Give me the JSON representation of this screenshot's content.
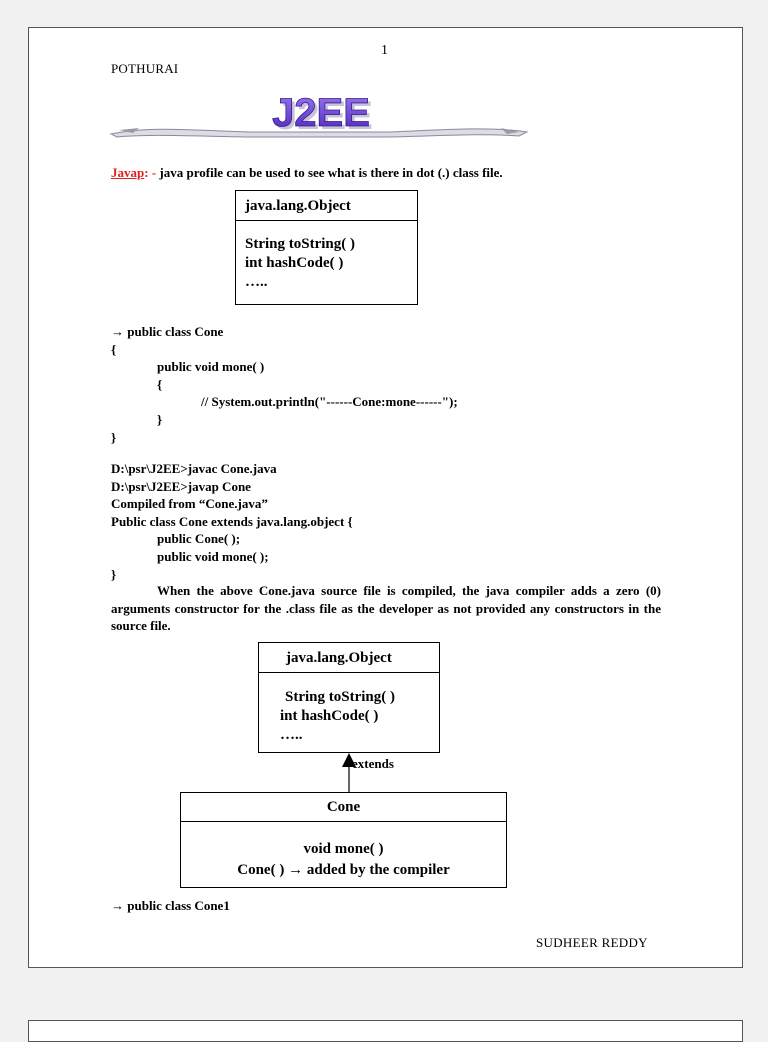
{
  "header": {
    "page_number": "1",
    "author": "POTHURAI",
    "logo_text": "J2EE"
  },
  "intro": {
    "keyword": "Javap",
    "dash": ": -",
    "text": "java profile can be used to see what is there in dot (.) class file."
  },
  "object_box_1": {
    "title": "java.lang.Object",
    "lines": [
      "String toString( )",
      "int hashCode( )",
      "….."
    ]
  },
  "code_block_1": [
    "→ public class  Cone",
    "{",
    "public void mone( )",
    "{",
    "// System.out.println(\"------Cone:mone------\");",
    "}",
    "}"
  ],
  "console": [
    "D:\\psr\\J2EE>javac Cone.java",
    "D:\\psr\\J2EE>javap Cone",
    "Compiled from “Cone.java”",
    "Public class Cone extends java.lang.object {",
    "public Cone( );",
    "public void mone( );",
    "}"
  ],
  "paragraph": "When the above Cone.java source file is compiled, the java compiler adds a zero (0) arguments constructor for the .class file as the developer as not provided any constructors in the source file.",
  "object_box_2": {
    "title": "java.lang.Object",
    "lines": [
      "String toString( )",
      "int hashCode( )",
      "….."
    ]
  },
  "extends_label": "extends",
  "cone_box": {
    "title": "Cone",
    "lines": [
      "void mone( )",
      "Cone( ) → added by the compiler"
    ]
  },
  "code_block_2": "→ public class  Cone1",
  "footer": {
    "author": "SUDHEER REDDY"
  },
  "colors": {
    "logo_fill": "#6a3fd0",
    "logo_shadow": "#c7c3d8",
    "javap_red": "#e02020"
  }
}
